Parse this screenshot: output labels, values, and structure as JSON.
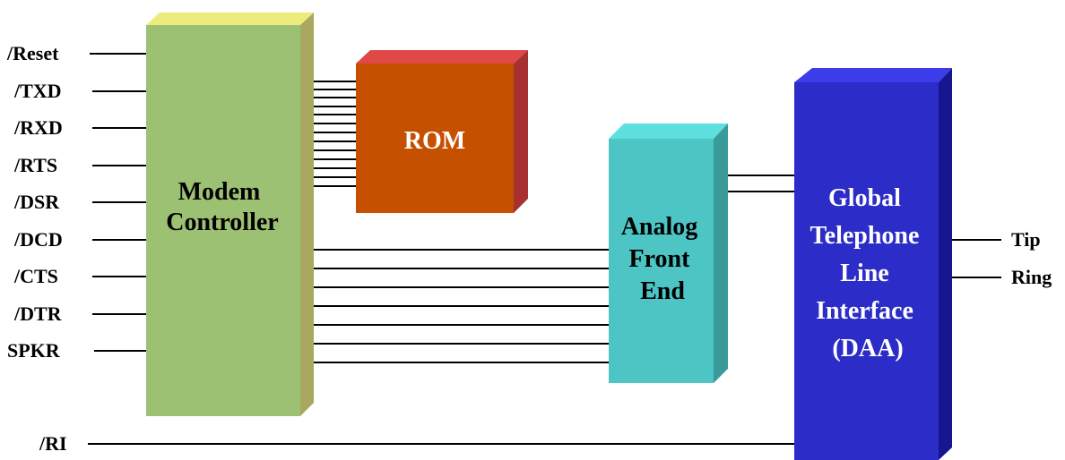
{
  "signals_left": [
    "/Reset",
    "/TXD",
    "/RXD",
    "/RTS",
    "/DSR",
    "/DCD",
    "/CTS",
    "/DTR",
    "SPKR"
  ],
  "signal_ri": "/RI",
  "signals_right": [
    "Tip",
    "Ring"
  ],
  "blocks": {
    "controller": {
      "lines": [
        "Modem",
        "Controller"
      ],
      "front": "#9dc173",
      "top": "#ecec7e",
      "side": "#a8a860",
      "text": "#000000"
    },
    "rom": {
      "lines": [
        "ROM"
      ],
      "front": "#c55000",
      "top": "#e04848",
      "side": "#a83030",
      "text": "#ffffff"
    },
    "afe": {
      "lines": [
        "Analog",
        "Front",
        "End"
      ],
      "front": "#4ec5c5",
      "top": "#5ee0e0",
      "side": "#3a9a9a",
      "text": "#000000"
    },
    "daa": {
      "lines": [
        "Global",
        "Telephone",
        "Line",
        "Interface",
        "(DAA)"
      ],
      "front": "#2c2cc8",
      "top": "#3c3ce8",
      "side": "#161690",
      "text": "#ffffff"
    }
  }
}
